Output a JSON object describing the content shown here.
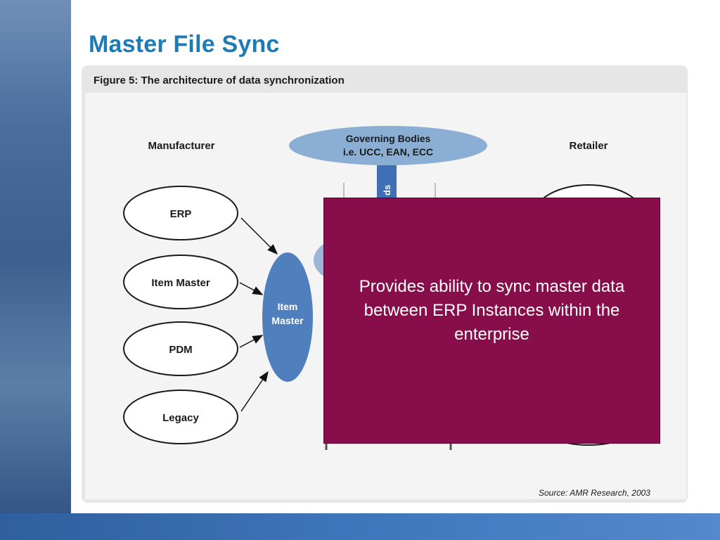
{
  "slide": {
    "title": "Master File Sync"
  },
  "figure": {
    "caption": "Figure 5: The architecture of data synchronization",
    "source": "Source: AMR Research, 2003",
    "columns": {
      "manufacturer": "Manufacturer",
      "retailer": "Retailer"
    },
    "governing": {
      "line1": "Governing Bodies",
      "line2": "i.e. UCC, EAN, ECC"
    },
    "connector_partial_label": "ds",
    "manufacturer_systems": [
      "ERP",
      "Item Master",
      "PDM",
      "Legacy"
    ],
    "item_master": {
      "line1": "Item",
      "line2": "Master"
    }
  },
  "overlay": {
    "text": "Provides ability to sync master data between ERP Instances within the enterprise",
    "background": "#880e4b"
  },
  "colors": {
    "title": "#1f7bb4",
    "governing_fill": "#8aaed4",
    "item_master_fill": "#4f7fbd",
    "bottom_bar": "#3f76bb"
  }
}
